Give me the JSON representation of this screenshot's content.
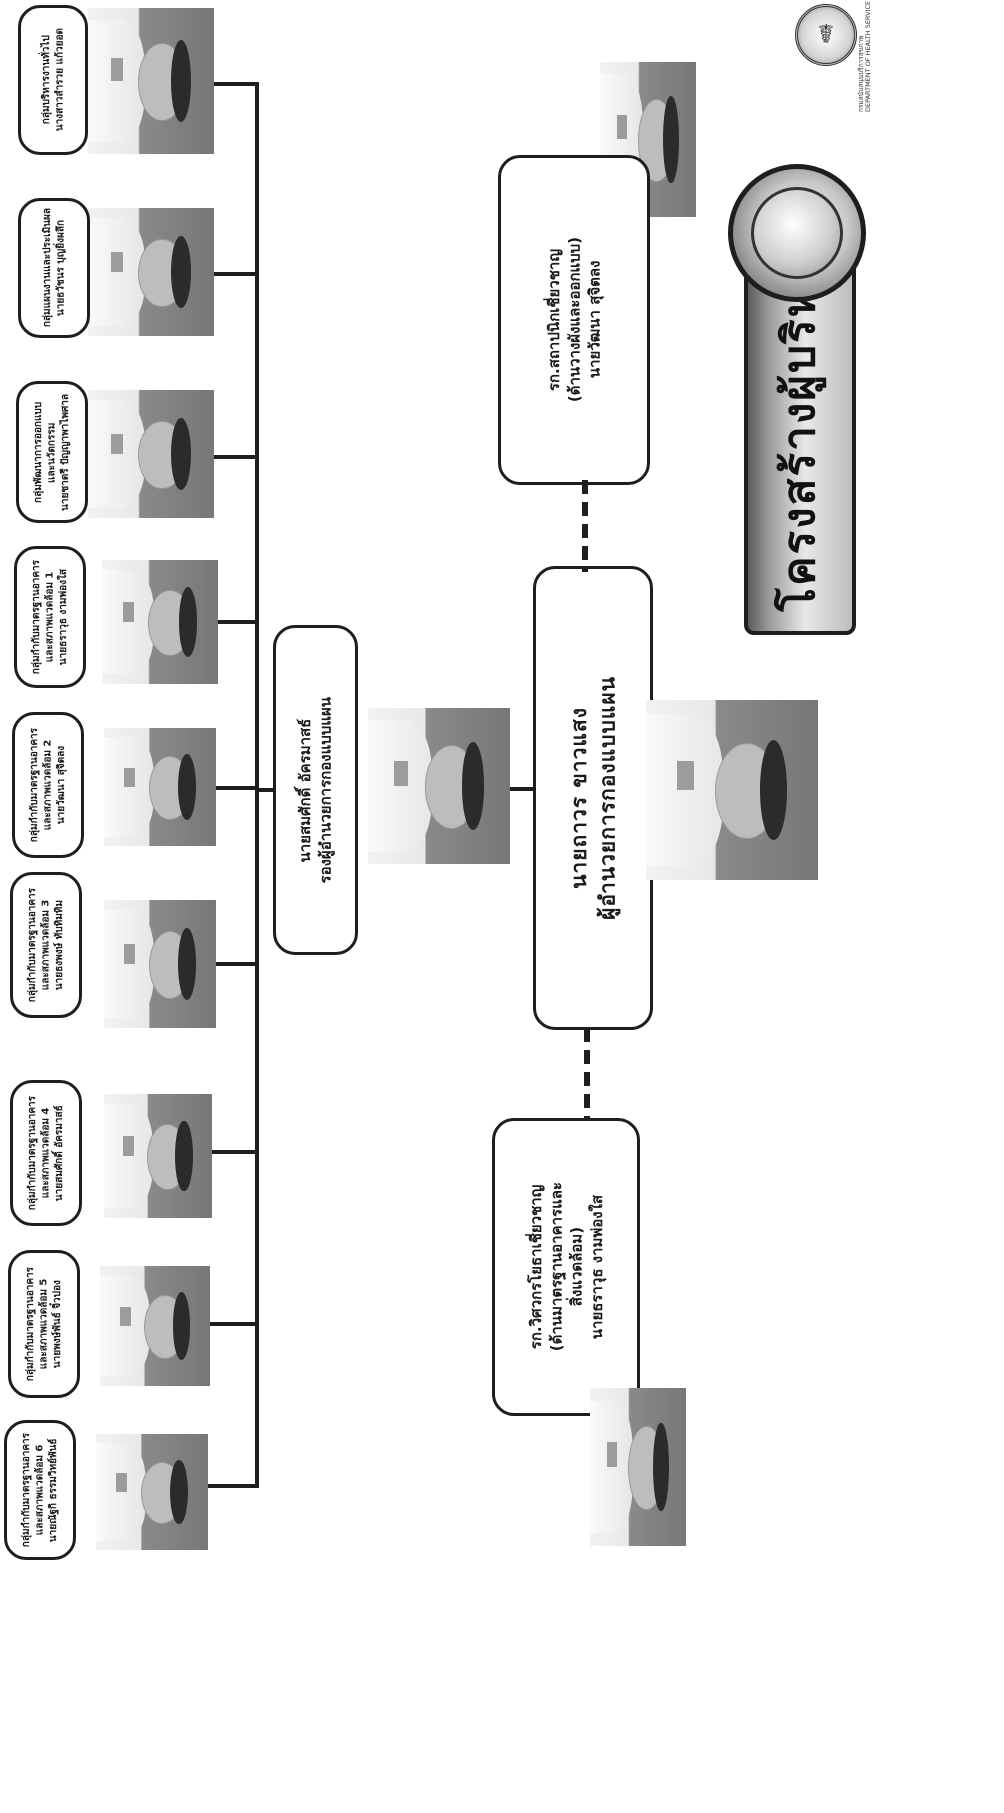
{
  "title": "โครงสร้างผู้บริหาร",
  "logo": {
    "icon": "ministry-of-public-health-seal-icon",
    "caption_th": "กรมสนับสนุนบริการสุขภาพ",
    "caption_en": "DEPARTMENT OF HEALTH SERVICE SUPPORT"
  },
  "director": {
    "name": "นายถาวร  ขาวแสง",
    "position": "ผู้อำนวยการกองแบบแผน"
  },
  "deputy": {
    "name": "นายสมศักดิ์  อัครมาสธ์",
    "position": "รองผู้อำนวยการกองแบบแผน"
  },
  "expert_design": {
    "title": "รก.สถาปนิกเชี่ยวชาญ",
    "subtitle": "(ด้านวางผังและออกแบบ)",
    "name": "นายวัฒนา  สุจิตลง"
  },
  "expert_standards": {
    "title": "รก.วิศวกรโยธาเชี่ยวชาญ",
    "subtitle1": "(ด้านมาตรฐานอาคารและ",
    "subtitle2": "สิ่งแวดล้อม)",
    "name": "นายธราวุธ  งามพ่องใส"
  },
  "groups": [
    {
      "line1": "กลุ่มบริหารงานทั่วไป",
      "line2": "",
      "name": "นางสาวสำรวย  แก้วยอด"
    },
    {
      "line1": "กลุ่มแผนงานและประเมินผล",
      "line2": "",
      "name": "นายธวัชนร  บุญยิ่งผลึก"
    },
    {
      "line1": "กลุ่มพัฒนาการออกแบบ",
      "line2": "และนวัตกรรม",
      "name": "นายชาตรี  ปัญญาพาไพศาล"
    },
    {
      "line1": "กลุ่มกำกับมาตรฐานอาคาร",
      "line2": "และสภาพแวดล้อม 1",
      "name": "นายธราวุธ  งามพ่องใส"
    },
    {
      "line1": "กลุ่มกำกับมาตรฐานอาคาร",
      "line2": "และสภาพแวดล้อม 2",
      "name": "นายวัฒนา  สุจิตลง"
    },
    {
      "line1": "กลุ่มกำกับมาตรฐานอาคาร",
      "line2": "และสภาพแวดล้อม 3",
      "name": "นายธงพงษ์  ทับทิมทิม"
    },
    {
      "line1": "กลุ่มกำกับมาตรฐานอาคาร",
      "line2": "และสภาพแวดล้อม 4",
      "name": "นายสมศักดิ์ อัครมาสธ์"
    },
    {
      "line1": "กลุ่มกำกับมาตรฐานอาคาร",
      "line2": "และสภาพแวดล้อม 5",
      "name": "นายพงษ์พันธ์  จิ๋วปอง"
    },
    {
      "line1": "กลุ่มกำกับมาตรฐานอาคาร",
      "line2": "และสภาพแวดล้อม 6",
      "name": "นายณัฐกิ  ธรรมวิทย์พันธ์"
    }
  ]
}
